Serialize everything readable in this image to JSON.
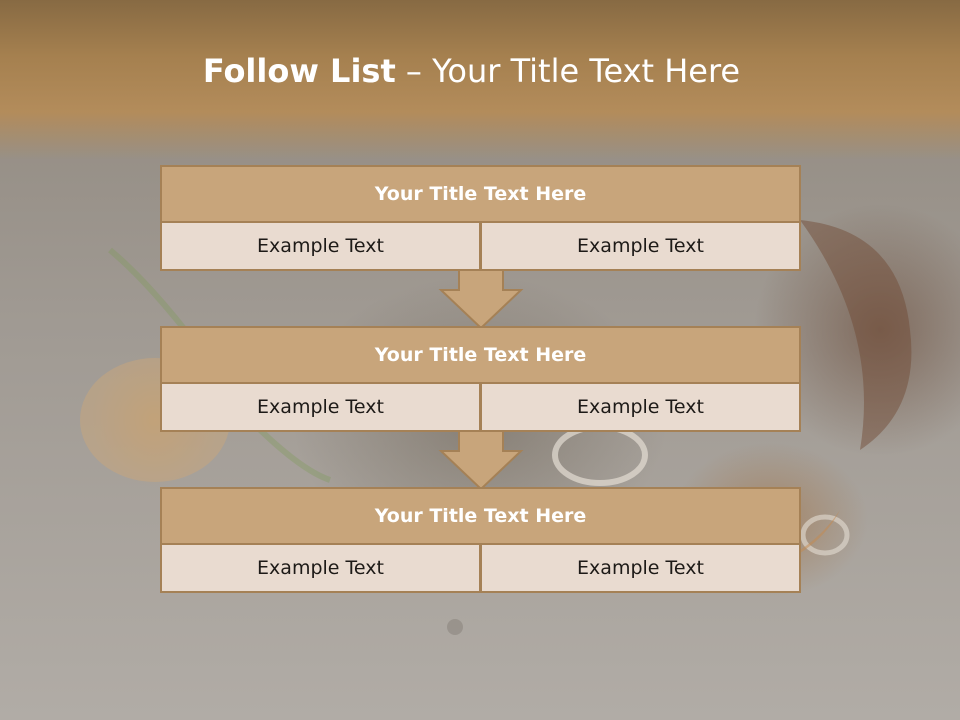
{
  "slide": {
    "title_bold": "Follow List",
    "title_rest": " – Your Title Text Here"
  },
  "blocks": [
    {
      "title": "Your Title Text Here",
      "left": "Example Text",
      "right": "Example Text"
    },
    {
      "title": "Your Title Text Here",
      "left": "Example Text",
      "right": "Example Text"
    },
    {
      "title": "Your Title Text Here",
      "left": "Example Text",
      "right": "Example Text"
    }
  ],
  "colors": {
    "header": "#b38c5b",
    "block_title_fill": "#c8a57b",
    "cell_fill": "#e9dbd0",
    "border": "#a58156"
  }
}
